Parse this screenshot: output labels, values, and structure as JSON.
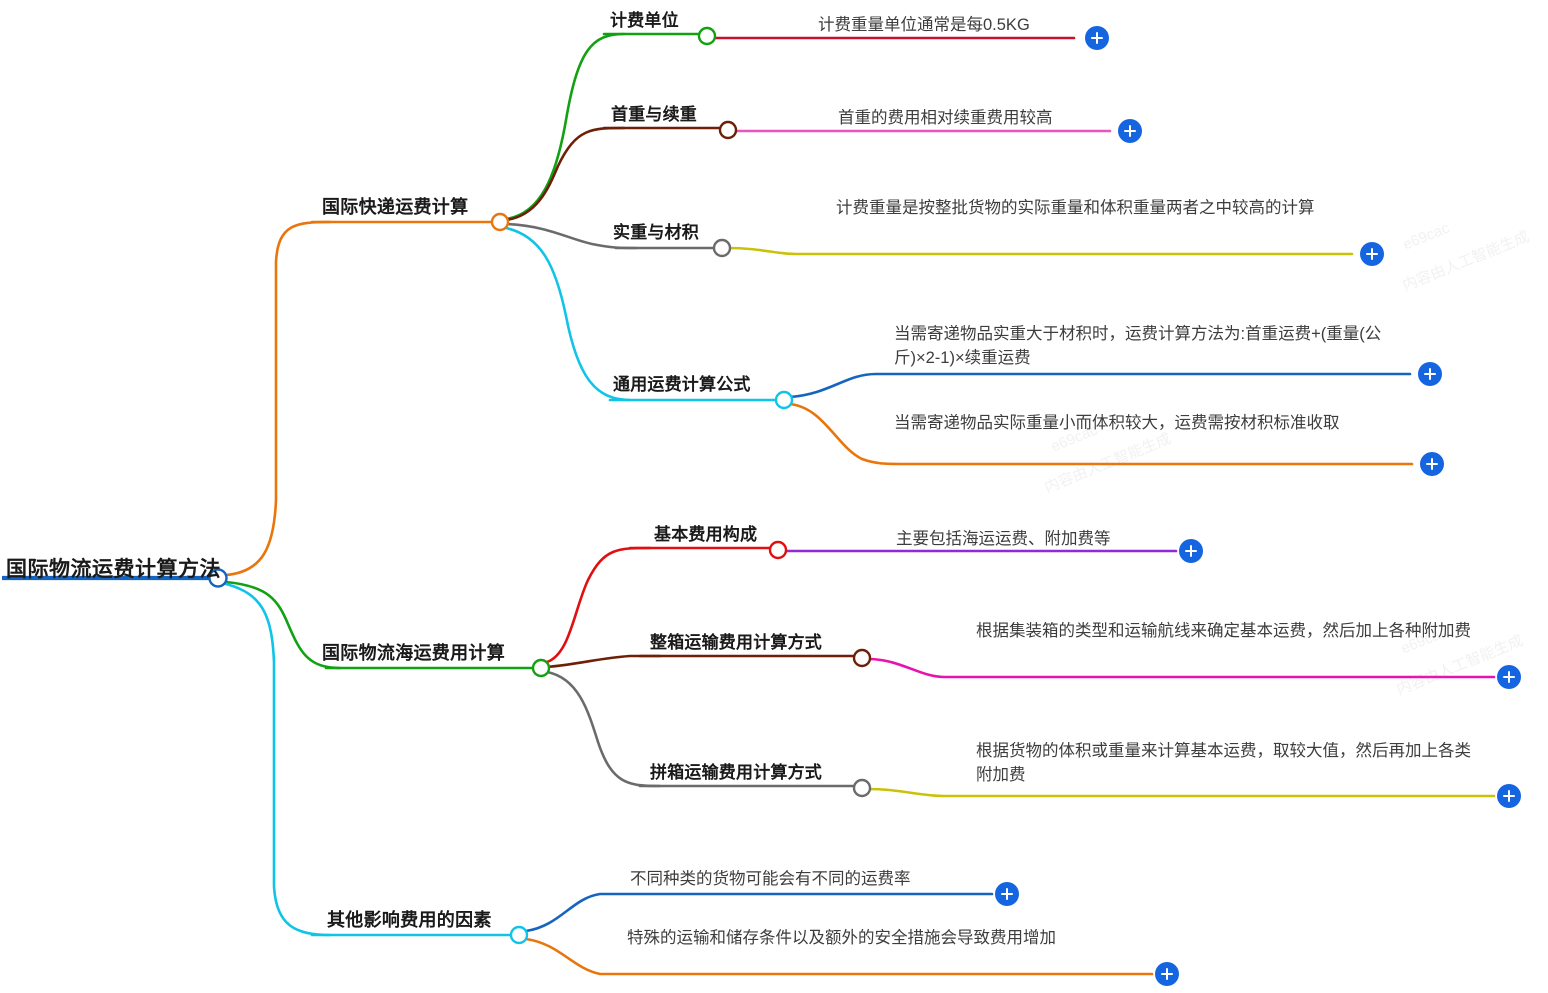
{
  "map": {
    "title": "国际物流运费计算方法",
    "root": {
      "label": "国际物流运费计算方法",
      "color": "#1565c0"
    },
    "branches": [
      {
        "label": "国际快递运费计算",
        "color": "#e8760c",
        "children": [
          {
            "label": "计费单位",
            "color": "#11a111",
            "leaves": [
              {
                "text": "计费重量单位通常是每0.5KG",
                "color": "#c8102e",
                "add_label": "+"
              }
            ]
          },
          {
            "label": "首重与续重",
            "color": "#6d1f08",
            "leaves": [
              {
                "text": "首重的费用相对续重费用较高",
                "color": "#e855c0",
                "add_label": "+"
              }
            ]
          },
          {
            "label": "实重与材积",
            "color": "#6b6b6b",
            "leaves": [
              {
                "text": "计费重量是按整批货物的实际重量和体积重量两者之中较高的计算",
                "color": "#c9c209",
                "add_label": "+"
              }
            ]
          },
          {
            "label": "通用运费计算公式",
            "color": "#10c4e8",
            "leaves": [
              {
                "text": "当需寄递物品实重大于材积时，运费计算方法为:首重运费+(重量(公斤)×2-1)×续重运费",
                "color": "#1565c0",
                "add_label": "+"
              },
              {
                "text": "当需寄递物品实际重量小而体积较大，运费需按材积标准收取",
                "color": "#e8760c",
                "add_label": "+"
              }
            ]
          }
        ]
      },
      {
        "label": "国际物流海运费用计算",
        "color": "#11a111",
        "children": [
          {
            "label": "基本费用构成",
            "color": "#e01010",
            "leaves": [
              {
                "text": "主要包括海运运费、附加费等",
                "color": "#8f2ad6",
                "add_label": "+"
              }
            ]
          },
          {
            "label": "整箱运输费用计算方式",
            "color": "#6d1f08",
            "leaves": [
              {
                "text": "根据集装箱的类型和运输航线来确定基本运费，然后加上各种附加费",
                "color": "#e812b0",
                "add_label": "+"
              }
            ]
          },
          {
            "label": "拼箱运输费用计算方式",
            "color": "#6b6b6b",
            "leaves": [
              {
                "text": "根据货物的体积或重量来计算基本运费，取较大值，然后再加上各类附加费",
                "color": "#c9c209",
                "add_label": "+"
              }
            ]
          }
        ]
      },
      {
        "label": "其他影响费用的因素",
        "color": "#10c4e8",
        "children": [],
        "leaves": [
          {
            "text": "不同种类的货物可能会有不同的运费率",
            "color": "#1565c0",
            "add_label": "+"
          },
          {
            "text": "特殊的运输和储存条件以及额外的安全措施会导致费用增加",
            "color": "#e8760c",
            "add_label": "+"
          }
        ]
      }
    ],
    "watermarks": [
      "e69cac",
      "内容由人工智能生成",
      "e69cac",
      "内容由人工智能生成",
      "e69cac",
      "内容由人工智能生成"
    ]
  }
}
